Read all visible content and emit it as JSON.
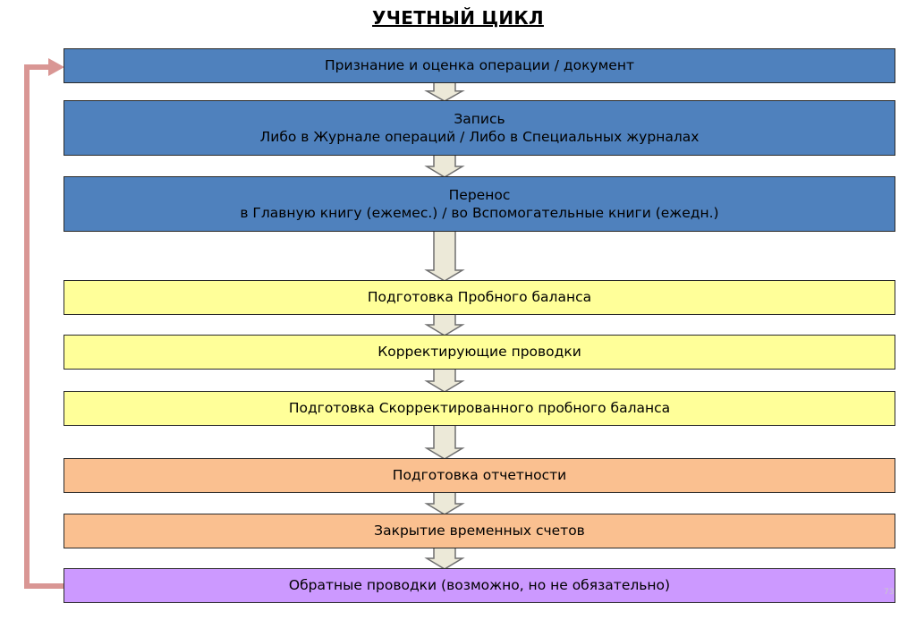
{
  "title": "УЧЕТНЫЙ ЦИКЛ",
  "steps": [
    {
      "lines": [
        "Признание и оценка операции / документ"
      ]
    },
    {
      "lines": [
        "Запись",
        "Либо в Журнале операций / Либо в Специальных журналах"
      ]
    },
    {
      "lines": [
        "Перенос",
        "в Главную книгу (ежемес.) / во Вспомогательные книги (ежедн.)"
      ]
    },
    {
      "lines": [
        "Подготовка Пробного баланса"
      ]
    },
    {
      "lines": [
        "Корректирующие проводки"
      ]
    },
    {
      "lines": [
        "Подготовка Скорректированного пробного  баланса"
      ]
    },
    {
      "lines": [
        "Подготовка отчетности"
      ]
    },
    {
      "lines": [
        "Закрытие временных счетов"
      ]
    },
    {
      "lines": [
        "Обратные проводки (возможно, но не обязательно)"
      ]
    }
  ],
  "page_number": "73",
  "colors": {
    "blue": "#4f81bd",
    "yellow": "#ffff99",
    "orange": "#fac090",
    "purple": "#cc99ff",
    "loop_arrow": "#d99694",
    "down_arrow_fill": "#ece9d8",
    "down_arrow_stroke": "#6f6f6f"
  }
}
